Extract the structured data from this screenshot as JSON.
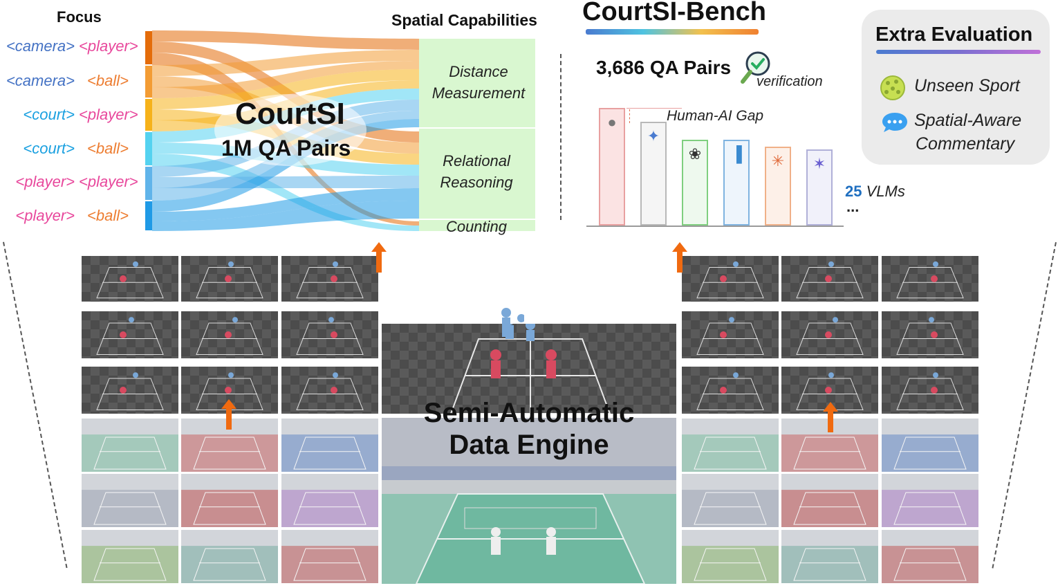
{
  "focus": {
    "title": "Focus",
    "pairs": [
      {
        "a": "<camera>",
        "a_color": "#4472c4",
        "b": "<player>",
        "b_color": "#e8489c"
      },
      {
        "a": "<camera>",
        "a_color": "#4472c4",
        "b": "<ball>",
        "b_color": "#ed7d31"
      },
      {
        "a": "<court>",
        "a_color": "#1aa0e0",
        "b": "<player>",
        "b_color": "#e8489c"
      },
      {
        "a": "<court>",
        "a_color": "#1aa0e0",
        "b": "<ball>",
        "b_color": "#ed7d31"
      },
      {
        "a": "<player>",
        "a_color": "#e8489c",
        "b": "<player>",
        "b_color": "#e8489c"
      },
      {
        "a": "<player>",
        "a_color": "#e8489c",
        "b": "<ball>",
        "b_color": "#ed7d31"
      }
    ]
  },
  "sankey": {
    "title": "CourtSI",
    "subtitle": "1M QA Pairs",
    "colors": [
      "#e46c0a",
      "#f39c34",
      "#f6b21a",
      "#54d2f0",
      "#60b4ea",
      "#1f9ae6"
    ]
  },
  "capabilities": {
    "title": "Spatial Capabilities",
    "items": [
      {
        "line1": "Distance",
        "line2": "Measurement"
      },
      {
        "line1": "Relational",
        "line2": "Reasoning"
      },
      {
        "line1": "Counting",
        "line2": ""
      }
    ],
    "box_color": "#d9f7d0"
  },
  "bench": {
    "title": "CourtSI-Bench",
    "qa_count": "3,686 QA Pairs",
    "verification": "verification",
    "gap_label": "Human-AI Gap",
    "vlm_count": "25",
    "vlm_label": "VLMs",
    "ellipsis": "...",
    "bars": [
      {
        "name": "human",
        "icon": "person-icon",
        "border": "#e8a0a0",
        "fill": "#fbe3e3"
      },
      {
        "name": "gemini",
        "icon": "gemini-icon",
        "border": "#b8b8b8",
        "fill": "#f5f5f5"
      },
      {
        "name": "gpt",
        "icon": "openai-icon",
        "border": "#7fcf7f",
        "fill": "#eef9ee"
      },
      {
        "name": "qwen",
        "icon": "bar-logo-icon",
        "border": "#7fb3e0",
        "fill": "#eef5fc"
      },
      {
        "name": "claude",
        "icon": "claude-icon",
        "border": "#f0b088",
        "fill": "#fdf0e8"
      },
      {
        "name": "other",
        "icon": "star-logo-icon",
        "border": "#b0b0d8",
        "fill": "#f1f1fa"
      }
    ]
  },
  "extra": {
    "title": "Extra Evaluation",
    "items": [
      {
        "label": "Unseen Sport",
        "icon": "pickleball-icon"
      },
      {
        "label": "Spatial-Aware",
        "label2": "Commentary",
        "icon": "speech-bubble-icon"
      }
    ]
  },
  "engine": {
    "line1": "Semi-Automatic",
    "line2": "Data Engine"
  }
}
